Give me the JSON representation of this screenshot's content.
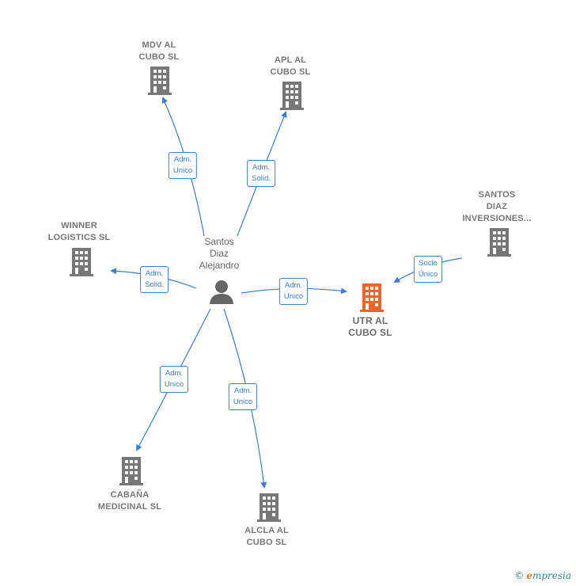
{
  "person": {
    "label_lines": [
      "Santos",
      "Diaz",
      "Alejandro"
    ]
  },
  "companies": {
    "mdv": {
      "lines": [
        "MDV AL",
        "CUBO  SL"
      ]
    },
    "apl": {
      "lines": [
        "APL AL",
        "CUBO  SL"
      ]
    },
    "winner": {
      "lines": [
        "WINNER",
        "LOGISTICS  SL"
      ]
    },
    "santos_diaz_inv": {
      "lines": [
        "SANTOS",
        "DIAZ",
        "INVERSIONES..."
      ]
    },
    "utr": {
      "lines": [
        "UTR AL",
        "CUBO  SL"
      ]
    },
    "cabana": {
      "lines": [
        "CABAÑA",
        "MEDICINAL  SL"
      ]
    },
    "alcla": {
      "lines": [
        "ALCLA AL",
        "CUBO  SL"
      ]
    }
  },
  "edges": {
    "to_mdv": {
      "lines": [
        "Adm.",
        "Unico"
      ]
    },
    "to_apl": {
      "lines": [
        "Adm.",
        "Solid."
      ]
    },
    "to_winner": {
      "lines": [
        "Adm.",
        "Solid."
      ]
    },
    "to_utr": {
      "lines": [
        "Adm.",
        "Unico"
      ]
    },
    "inv_to_utr": {
      "lines": [
        "Socio",
        "Único"
      ]
    },
    "to_cabana": {
      "lines": [
        "Adm.",
        "Unico"
      ]
    },
    "to_alcla": {
      "lines": [
        "Adm.",
        "Unico"
      ]
    }
  },
  "colors": {
    "edge": "#3b7dd8",
    "building": "#777777",
    "building_main": "#f0642a",
    "person": "#666666"
  },
  "footer": {
    "copyright": "©",
    "brand_initial": "e",
    "brand_rest": "mpresia"
  }
}
